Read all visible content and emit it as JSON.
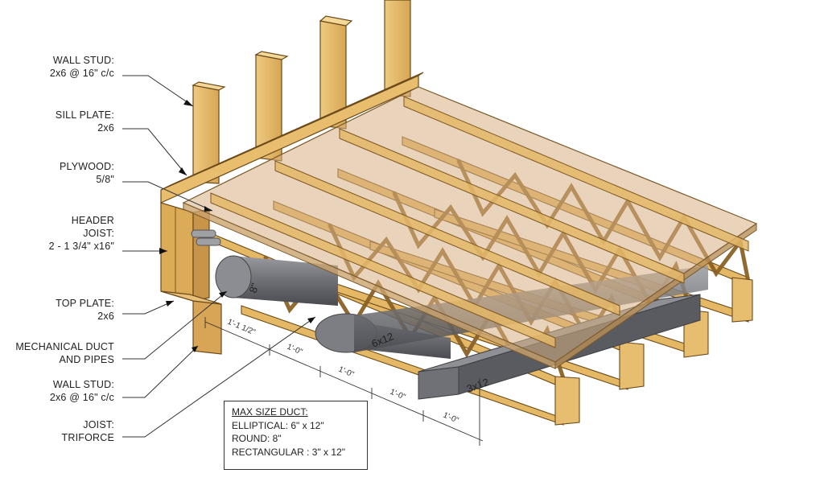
{
  "labels": {
    "wall_stud_top": {
      "line1": "WALL STUD:",
      "line2": "2x6 @ 16\" c/c"
    },
    "sill_plate": {
      "line1": "SILL PLATE:",
      "line2": "2x6"
    },
    "plywood": {
      "line1": "PLYWOOD:",
      "line2": "5/8\""
    },
    "header_joist": {
      "line1": "HEADER",
      "line2": "JOIST:",
      "line3": "2 - 1 3/4\" x16\""
    },
    "top_plate": {
      "line1": "TOP PLATE:",
      "line2": "2x6"
    },
    "mechanical": {
      "line1": "MECHANICAL DUCT",
      "line2": "AND PIPES"
    },
    "wall_stud_bottom": {
      "line1": "WALL STUD:",
      "line2": "2x6 @ 16\" c/c"
    },
    "joist": {
      "line1": "JOIST:",
      "line2": "TRIFORCE"
    }
  },
  "ducts": {
    "round": "8\"",
    "elliptical": "6x12",
    "rectangular": "3x12"
  },
  "dimensions": [
    "1'-1 1/2\"",
    "1'-0\"",
    "1'-0\"",
    "1'-0\"",
    "1'-0\""
  ],
  "max_size": {
    "title": "MAX SIZE DUCT:",
    "elliptical": "ELLIPTICAL: 6\" x 12\"",
    "round": "ROUND: 8\"",
    "rectangular": "RECTANGULAR : 3\" x 12\""
  },
  "colors": {
    "wood": "#e2b86a",
    "wood_dark": "#b88a3a",
    "plywood": "#d9b585",
    "duct": "#6e6f72"
  }
}
